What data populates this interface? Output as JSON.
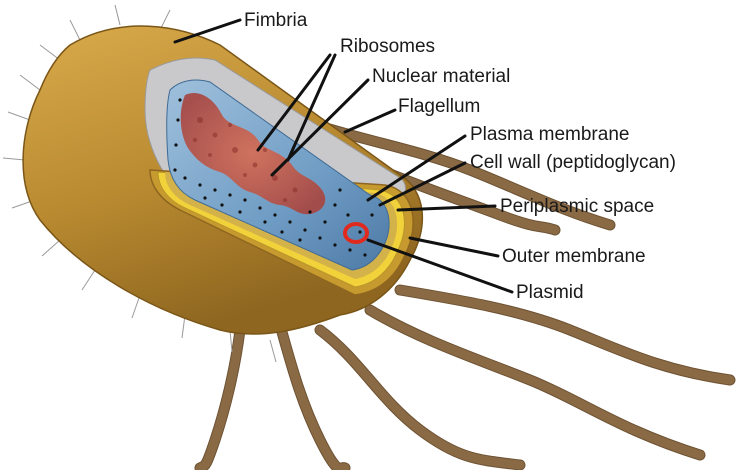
{
  "labels": {
    "fimbria": "Fimbria",
    "ribosomes": "Ribosomes",
    "nuclear_material": "Nuclear material",
    "flagellum": "Flagellum",
    "plasma_membrane": "Plasma membrane",
    "cell_wall": "Cell wall (peptidoglycan)",
    "periplasmic_space": "Periplasmic space",
    "outer_membrane": "Outer membrane",
    "plasmid": "Plasmid"
  },
  "colors": {
    "cell_body": "#b8892e",
    "cell_highlight": "#d6a84a",
    "cytoplasm": "#6f9cc4",
    "cell_wall": "#e8c22a",
    "outer_membrane": "#c69a2e",
    "nucleoid": "#c0554a",
    "plasmid": "#e02a1e",
    "flagellum": "#8a6a45"
  }
}
